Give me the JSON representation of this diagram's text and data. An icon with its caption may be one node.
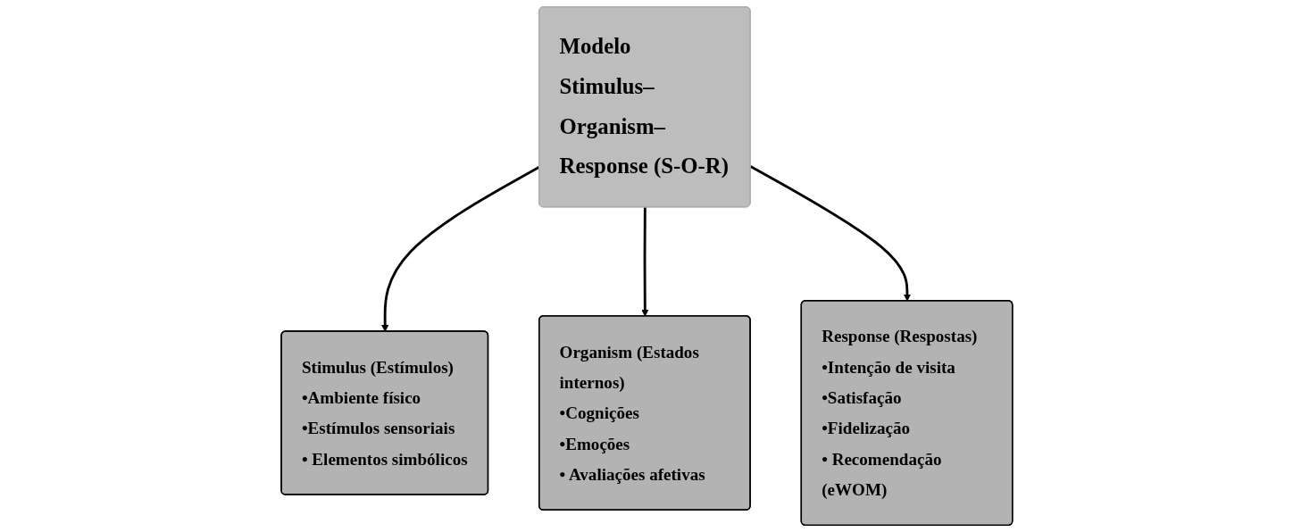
{
  "diagram": {
    "nodes": [
      {
        "text": [
          "Modelo Stimulus–Organism–Response (S-O-R)"
        ]
      },
      {
        "text": [
          "Stimulus (Estímulos)",
          "•Ambiente físico",
          "•Estímulos sensoriais",
          "• Elementos simbólicos"
        ]
      },
      {
        "text": [
          "Organism (Estados internos)",
          "•Cognições",
          "•Emoções",
          "• Avaliações afetivas"
        ]
      },
      {
        "text": [
          "Response (Respostas)",
          "•Intenção de visita",
          "•Satisfação",
          "•Fidelização",
          "• Recomendação (eWOM)"
        ]
      }
    ],
    "edges": [
      {
        "from": 0,
        "to": 1,
        "arrow": "to"
      },
      {
        "from": 0,
        "to": 2,
        "arrow": "to"
      },
      {
        "from": 0,
        "to": 3,
        "arrow": "to"
      }
    ]
  }
}
